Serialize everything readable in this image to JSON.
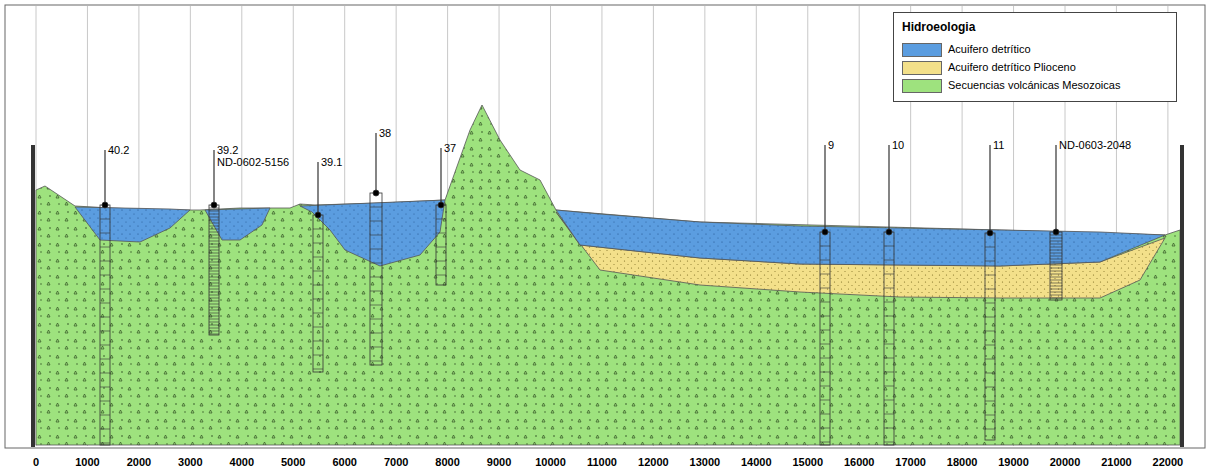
{
  "diagram": {
    "labels": [
      "Hidroeologia",
      "40.2",
      "39.2",
      "ND-0602-5156",
      "39.1",
      "38",
      "37",
      "9",
      "10",
      "11",
      "ND-0603-2048",
      "0",
      "1000",
      "2000",
      "3000",
      "4000",
      "5000",
      "6000",
      "7000",
      "8000",
      "9000",
      "10000",
      "11000",
      "12000",
      "13000",
      "14000",
      "15000",
      "16000",
      "17000",
      "18000",
      "19000",
      "20000",
      "21000",
      "22000"
    ],
    "legend": [
      {
        "text": "Acuifero detrítico",
        "color": "#5b9de0"
      },
      {
        "text": "Acuifero detrítico Plioceno",
        "color": "#f3e08a"
      },
      {
        "text": "Secuencias volcánicas Mesozoicas",
        "color": "#9ee27e"
      }
    ]
  }
}
